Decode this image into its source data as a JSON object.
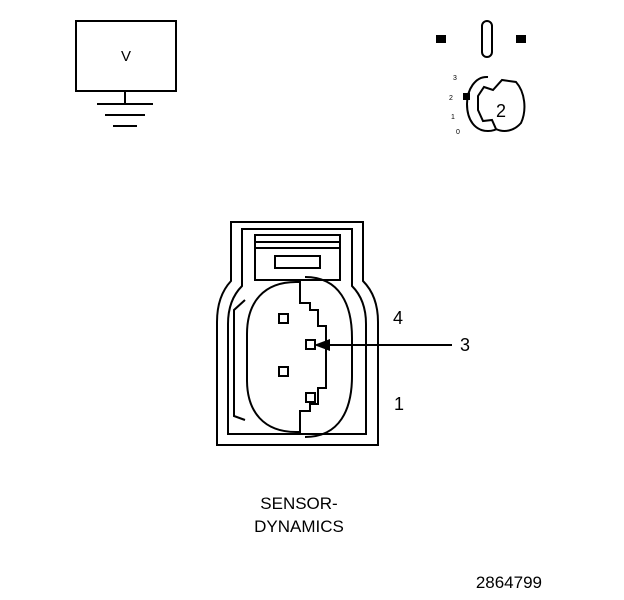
{
  "voltmeter": {
    "symbol": "V"
  },
  "switch": {
    "label": "2",
    "positions": [
      "3",
      "2",
      "1",
      "0"
    ]
  },
  "connector": {
    "pin_labels": {
      "pin_4": "4",
      "pin_3": "3",
      "pin_1": "1"
    },
    "name_line1": "SENSOR-",
    "name_line2": "DYNAMICS"
  },
  "figure": {
    "id": "2864799"
  },
  "colors": {
    "ink": "#000000",
    "paper": "#ffffff"
  }
}
